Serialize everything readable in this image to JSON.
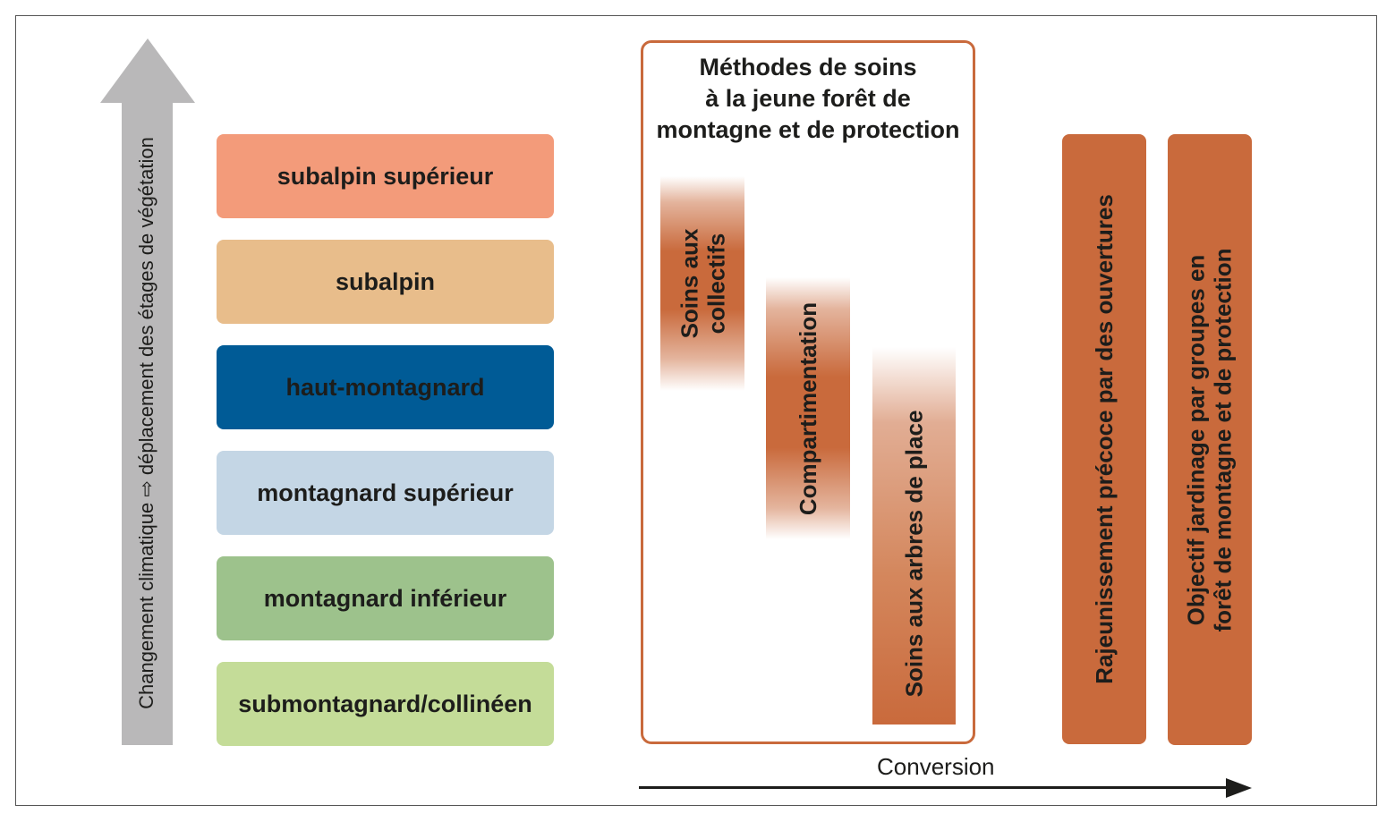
{
  "arrow_label": "Changement climatique ⇨ déplacement des étages de végétation",
  "zones": [
    {
      "label": "subalpin supérieur",
      "color": "#f39b7a",
      "text_color": "#1d1d1b"
    },
    {
      "label": "subalpin",
      "color": "#e8bd8b",
      "text_color": "#1d1d1b"
    },
    {
      "label": "haut-montagnard",
      "color": "#005b96",
      "text_color": "#1d1d1b"
    },
    {
      "label": "montagnard supérieur",
      "color": "#c4d6e5",
      "text_color": "#1d1d1b"
    },
    {
      "label": "montagnard inférieur",
      "color": "#9dc28c",
      "text_color": "#1d1d1b"
    },
    {
      "label": "submontagnard/collinéen",
      "color": "#c4dc98",
      "text_color": "#1d1d1b"
    }
  ],
  "methods": {
    "title_lines": [
      "Méthodes de soins",
      "à la jeune forêt de",
      "montagne et de protection"
    ],
    "bars": [
      {
        "lines": [
          "Soins aux",
          "collectifs"
        ]
      },
      {
        "lines": [
          "Compartimentation"
        ]
      },
      {
        "lines": [
          "Soins aux arbres de place"
        ]
      }
    ]
  },
  "right_bars": [
    {
      "lines": [
        "Rajeunissement précoce par des ouvertures"
      ]
    },
    {
      "lines": [
        "Objectif jardinage par groupes en",
        "forêt de montagne et de protection"
      ]
    }
  ],
  "conversion_label": "Conversion",
  "accent_color": "#c96a3c"
}
